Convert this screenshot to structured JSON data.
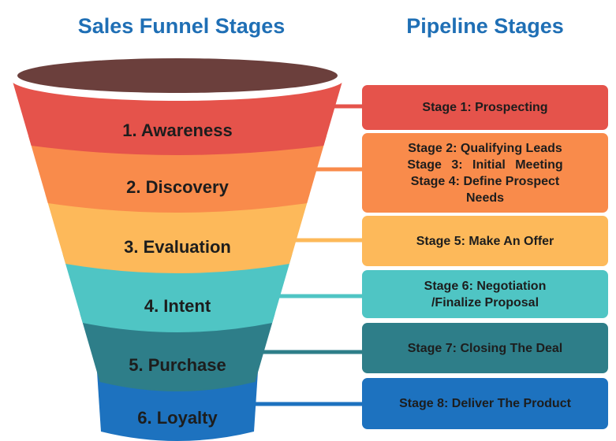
{
  "titles": {
    "left": "Sales Funnel Stages",
    "right": "Pipeline Stages"
  },
  "funnel": [
    {
      "label": "1. Awareness",
      "color": "#e5534b"
    },
    {
      "label": "2. Discovery",
      "color": "#f98b4b"
    },
    {
      "label": "3. Evaluation",
      "color": "#fdb95a"
    },
    {
      "label": "4. Intent",
      "color": "#4fc5c4"
    },
    {
      "label": "5. Purchase",
      "color": "#2e7e89"
    },
    {
      "label": "6. Loyalty",
      "color": "#1d72bf"
    }
  ],
  "pipeline": [
    {
      "lines": [
        "Stage 1: Prospecting"
      ],
      "color": "#e5534b"
    },
    {
      "lines": [
        "Stage 2: Qualifying Leads",
        "Stage 3: Initial Meeting",
        "Stage 4: Define Prospect",
        "Needs"
      ],
      "color": "#f98b4b"
    },
    {
      "lines": [
        "Stage 5: Make An Offer"
      ],
      "color": "#fdb95a"
    },
    {
      "lines": [
        "Stage 6: Negotiation",
        "/Finalize Proposal"
      ],
      "color": "#4fc5c4"
    },
    {
      "lines": [
        "Stage 7: Closing The Deal"
      ],
      "color": "#2e7e89"
    },
    {
      "lines": [
        "Stage 8: Deliver The Product"
      ],
      "color": "#1d72bf"
    }
  ],
  "funnel_top_color": "#6b3f3c"
}
